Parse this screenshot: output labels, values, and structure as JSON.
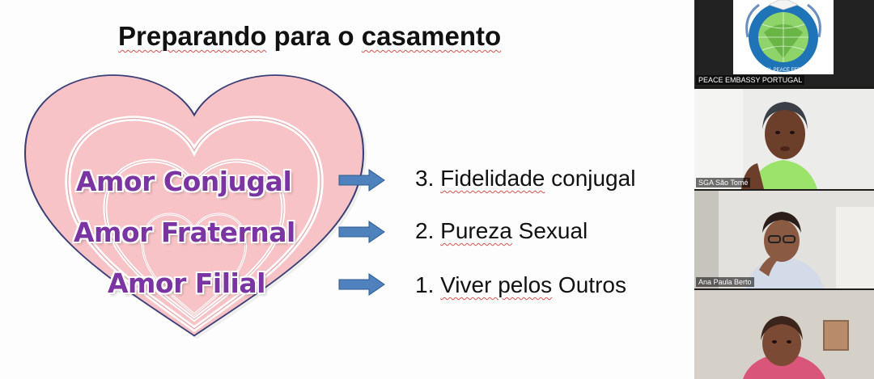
{
  "slide": {
    "title_part1": "Preparando",
    "title_part2": " para o ",
    "title_part3": "casamento",
    "love_types": [
      {
        "label": "Amor Conjugal"
      },
      {
        "label": "Amor Fraternal"
      },
      {
        "label": "Amor Filial"
      }
    ],
    "steps": [
      {
        "number": "3. ",
        "word1": "Fidelidade",
        "word2": " conjugal"
      },
      {
        "number": "2. ",
        "word1": "Pureza",
        "word2": " Sexual"
      },
      {
        "number": "1. ",
        "word1": "Viver pelos",
        "word2": " Outros"
      }
    ],
    "colors": {
      "heart_fill": "#f8c3c6",
      "heart_stroke": "#3a3f78",
      "label_color": "#7a35a3",
      "arrow_fill": "#4f81bd",
      "arrow_stroke": "#2e5c8f"
    }
  },
  "participants": [
    {
      "name": "PEACE EMBASSY  PORTUGAL",
      "logo_text": "UNIVERSAL PEACE FEDERATION"
    },
    {
      "name": "SGA São Tomé"
    },
    {
      "name": "Ana Paula Berto"
    },
    {
      "name": ""
    }
  ]
}
